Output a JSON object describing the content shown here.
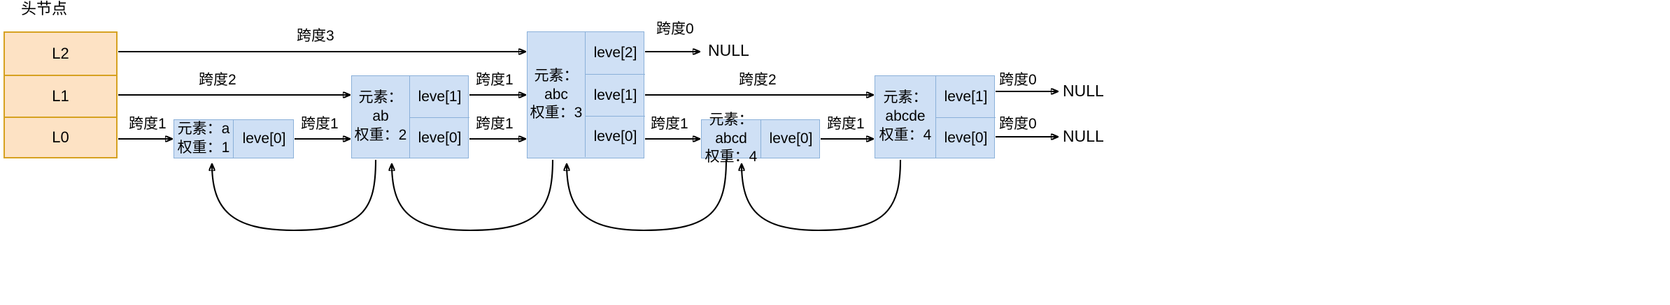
{
  "diagram": {
    "title": "头节点",
    "null_label": "NULL",
    "element_prefix": "元素：",
    "weight_prefix": "权重：",
    "colors": {
      "head_fill": "#fde2c4",
      "head_border": "#d6a120",
      "node_fill": "#cfe0f5",
      "node_border": "#8ab0d9",
      "arrow": "#000000",
      "background": "#ffffff"
    }
  },
  "head_node": {
    "name": "头节点",
    "levels": [
      {
        "label": "L2"
      },
      {
        "label": "L1"
      },
      {
        "label": "L0"
      }
    ]
  },
  "nodes": [
    {
      "id": "node-a",
      "element": "元素：a",
      "weight": "权重：1",
      "levels": [
        {
          "label": "leve[0]"
        }
      ]
    },
    {
      "id": "node-ab",
      "element": "元素：ab",
      "weight": "权重：2",
      "levels": [
        {
          "label": "leve[1]"
        },
        {
          "label": "leve[0]"
        }
      ]
    },
    {
      "id": "node-abc",
      "element": "元素：abc",
      "weight": "权重：3",
      "levels": [
        {
          "label": "leve[2]"
        },
        {
          "label": "leve[1]"
        },
        {
          "label": "leve[0]"
        }
      ]
    },
    {
      "id": "node-abcd",
      "element": "元素：abcd",
      "weight": "权重：4",
      "levels": [
        {
          "label": "leve[0]"
        }
      ]
    },
    {
      "id": "node-abcde",
      "element": "元素：",
      "element_line2": "abcde",
      "weight": "权重：4",
      "levels": [
        {
          "label": "leve[1]"
        },
        {
          "label": "leve[0]"
        }
      ]
    }
  ],
  "span_labels": {
    "head_l2": "跨度3",
    "head_l1": "跨度2",
    "head_l0": "跨度1",
    "a_l0": "跨度1",
    "ab_l1": "跨度1",
    "ab_l0": "跨度1",
    "abc_l2": "跨度0",
    "abc_l1": "跨度2",
    "abc_l0": "跨度1",
    "abcd_l0": "跨度1",
    "abcde_l1": "跨度0",
    "abcde_l0": "跨度0"
  },
  "null_terminators": {
    "abc_l2": "NULL",
    "abcde_l1": "NULL",
    "abcde_l0": "NULL"
  }
}
